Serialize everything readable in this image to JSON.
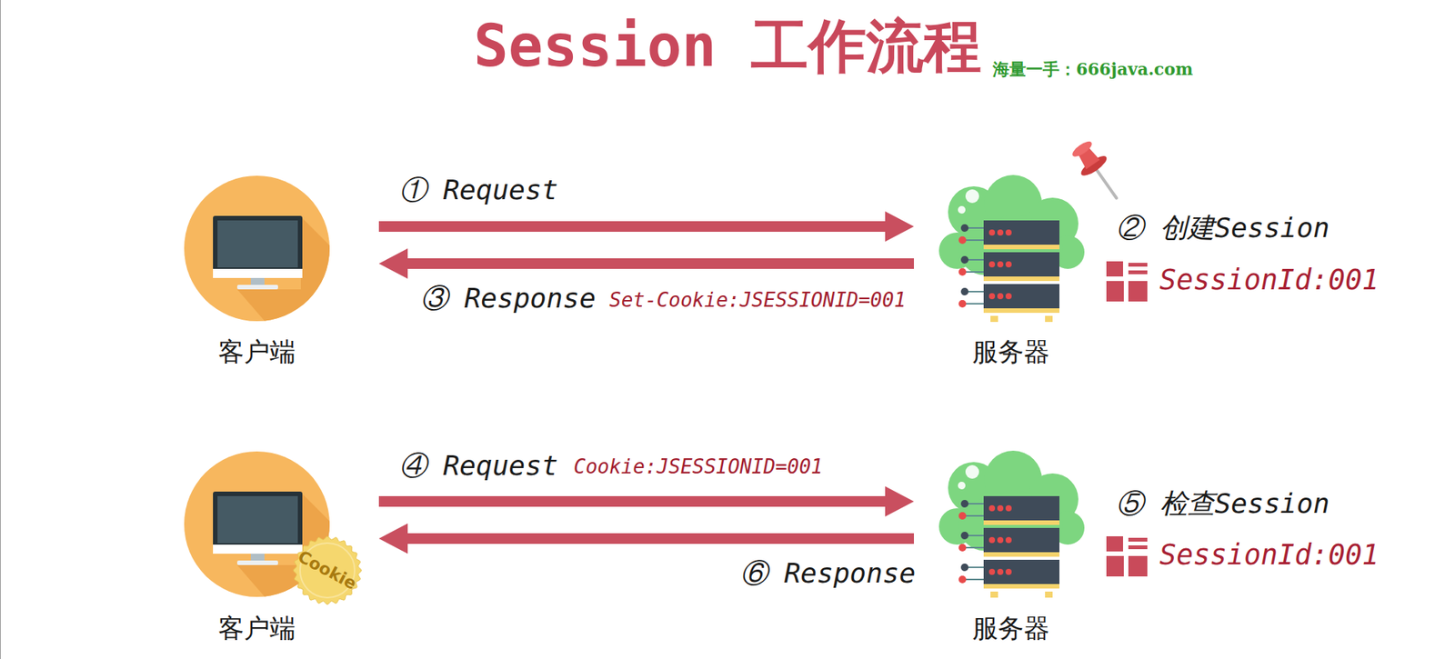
{
  "diagram": {
    "title": "Session 工作流程",
    "nodes": [
      {
        "text": [
          "客户端"
        ]
      },
      {
        "text": [
          "服务器"
        ]
      },
      {
        "text": [
          "客户端"
        ]
      },
      {
        "text": [
          "服务器"
        ]
      }
    ],
    "edges": [
      {
        "from": 0,
        "to": 1,
        "arrow": "to",
        "label": "① Request"
      },
      {
        "from": 1,
        "to": 0,
        "arrow": "to",
        "label": "③ Response"
      },
      {
        "from": 2,
        "to": 3,
        "arrow": "to",
        "label": "④ Request"
      },
      {
        "from": 3,
        "to": 2,
        "arrow": "to",
        "label": "⑥ Response"
      }
    ],
    "labels": [
      "海量一手：666java.com",
      "Set-Cookie:JSESSIONID=001",
      "② 创建Session",
      "SessionId:001",
      "Cookie",
      "Cookie:JSESSIONID=001",
      "⑤ 检查Session",
      "SessionId:001"
    ]
  }
}
